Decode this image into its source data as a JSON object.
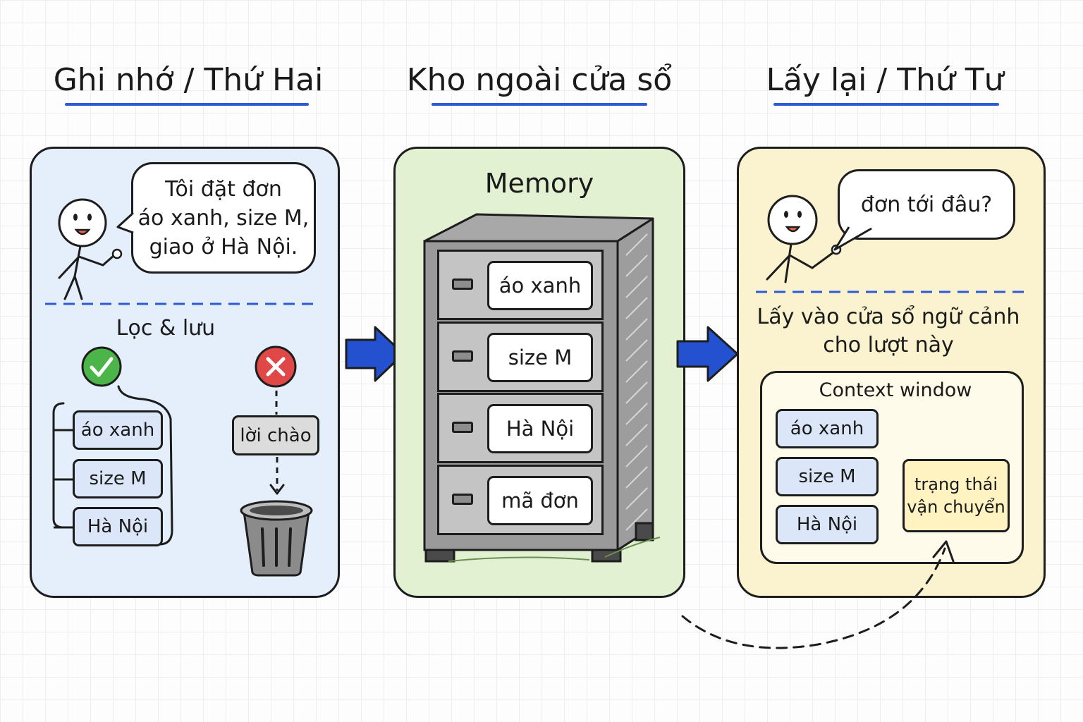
{
  "columns": [
    {
      "title": "Ghi nhớ / Thứ Hai",
      "bubble": [
        "Tôi đặt đơn",
        "áo xanh, size M,",
        "giao ở Hà Nội."
      ],
      "section_label": "Lọc & lưu",
      "kept_items": [
        "áo xanh",
        "size M",
        "Hà Nội"
      ],
      "discarded_item": "lời chào"
    },
    {
      "title": "Kho ngoài cửa sổ",
      "store_label": "Memory",
      "drawers": [
        "áo xanh",
        "size M",
        "Hà Nội",
        "mã đơn"
      ]
    },
    {
      "title": "Lấy lại / Thứ Tư",
      "bubble": [
        "đơn tới đâu?"
      ],
      "section_label": [
        "Lấy vào cửa sổ ngữ cảnh",
        "cho lượt này"
      ],
      "context_label": "Context window",
      "context_items": [
        "áo xanh",
        "size M",
        "Hà Nội"
      ],
      "fetched_item": [
        "trạng thái",
        "vận chuyển"
      ]
    }
  ],
  "colors": {
    "panel_1": "#e5eefb",
    "panel_2": "#e2f1d2",
    "panel_3": "#fbf3cf",
    "accent_blue": "#2d5bd6",
    "keep_green": "#4cb54a",
    "discard_red": "#e04848"
  },
  "icons": [
    "stick-figure-icon",
    "check-icon",
    "cross-icon",
    "trash-can-icon",
    "filing-cabinet-icon",
    "arrow-right-icon"
  ]
}
